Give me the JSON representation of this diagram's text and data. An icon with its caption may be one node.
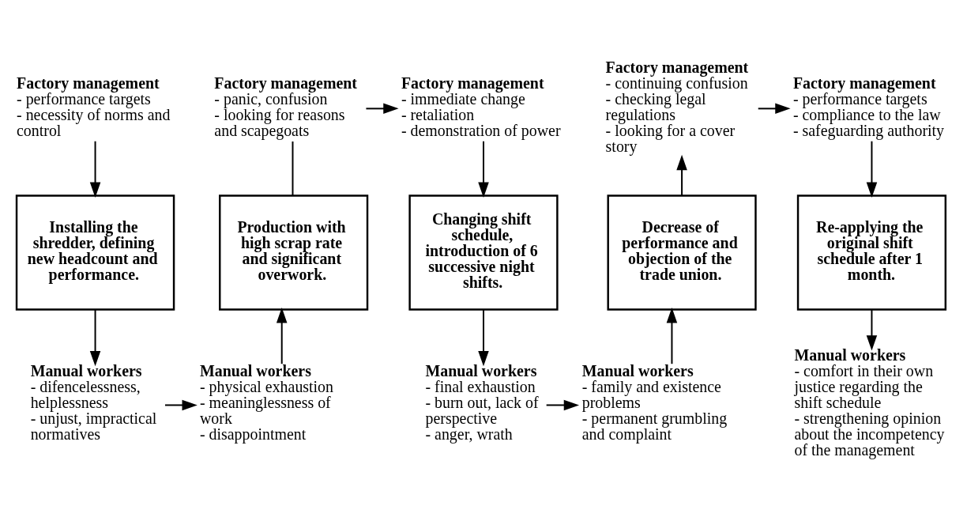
{
  "diagram": {
    "nodes": [
      {
        "text": [
          "Factory management",
          "- performance targets",
          "- necessity of norms and control"
        ]
      },
      {
        "text": [
          "Factory management",
          "- panic, confusion",
          "- looking for reasons and scapegoats"
        ]
      },
      {
        "text": [
          "Factory management",
          "- immediate change",
          "- retaliation",
          "- demonstration of power"
        ]
      },
      {
        "text": [
          "Factory management",
          "- continuing confusion",
          "- checking legal regulations",
          "- looking for a cover story"
        ]
      },
      {
        "text": [
          "Factory management",
          "- performance targets",
          "- compliance to the law",
          "- safeguarding authority"
        ]
      },
      {
        "text": [
          "Installing the shredder, defining new headcount and performance."
        ]
      },
      {
        "text": [
          "Production with high scrap rate and significant overwork."
        ]
      },
      {
        "text": [
          "Changing shift schedule, introduction of 6 successive night shifts."
        ]
      },
      {
        "text": [
          "Decrease of performance and objection of the trade union."
        ]
      },
      {
        "text": [
          "Re-applying the original shift schedule after 1 month."
        ]
      },
      {
        "text": [
          "Manual workers",
          "- difencelessness, helplessness",
          "- unjust, impractical normatives"
        ]
      },
      {
        "text": [
          "Manual workers",
          "- physical exhaustion",
          "- meaninglessness of work",
          "- disappointment"
        ]
      },
      {
        "text": [
          "Manual workers",
          "- final exhaustion",
          "- burn out, lack of perspective",
          "- anger, wrath"
        ]
      },
      {
        "text": [
          "Manual workers",
          "- family and existence problems",
          "- permanent grumbling and complaint"
        ]
      },
      {
        "text": [
          "Manual workers",
          "- comfort in their own justice regarding the shift schedule",
          "- strengthening opinion about the incompetency of the management"
        ]
      }
    ],
    "edges": [
      {
        "from": 0,
        "to": 5,
        "arrow": "to"
      },
      {
        "from": 5,
        "to": 10,
        "arrow": "to"
      },
      {
        "from": 10,
        "to": 11,
        "arrow": "to"
      },
      {
        "from": 11,
        "to": 6,
        "arrow": "to"
      },
      {
        "from": 6,
        "to": 1,
        "arrow": "none"
      },
      {
        "from": 1,
        "to": 2,
        "arrow": "to"
      },
      {
        "from": 2,
        "to": 7,
        "arrow": "to"
      },
      {
        "from": 7,
        "to": 12,
        "arrow": "to"
      },
      {
        "from": 12,
        "to": 13,
        "arrow": "to"
      },
      {
        "from": 13,
        "to": 8,
        "arrow": "to"
      },
      {
        "from": 8,
        "to": 3,
        "arrow": "to"
      },
      {
        "from": 3,
        "to": 4,
        "arrow": "to"
      },
      {
        "from": 4,
        "to": 9,
        "arrow": "to"
      },
      {
        "from": 9,
        "to": 14,
        "arrow": "to"
      }
    ]
  }
}
